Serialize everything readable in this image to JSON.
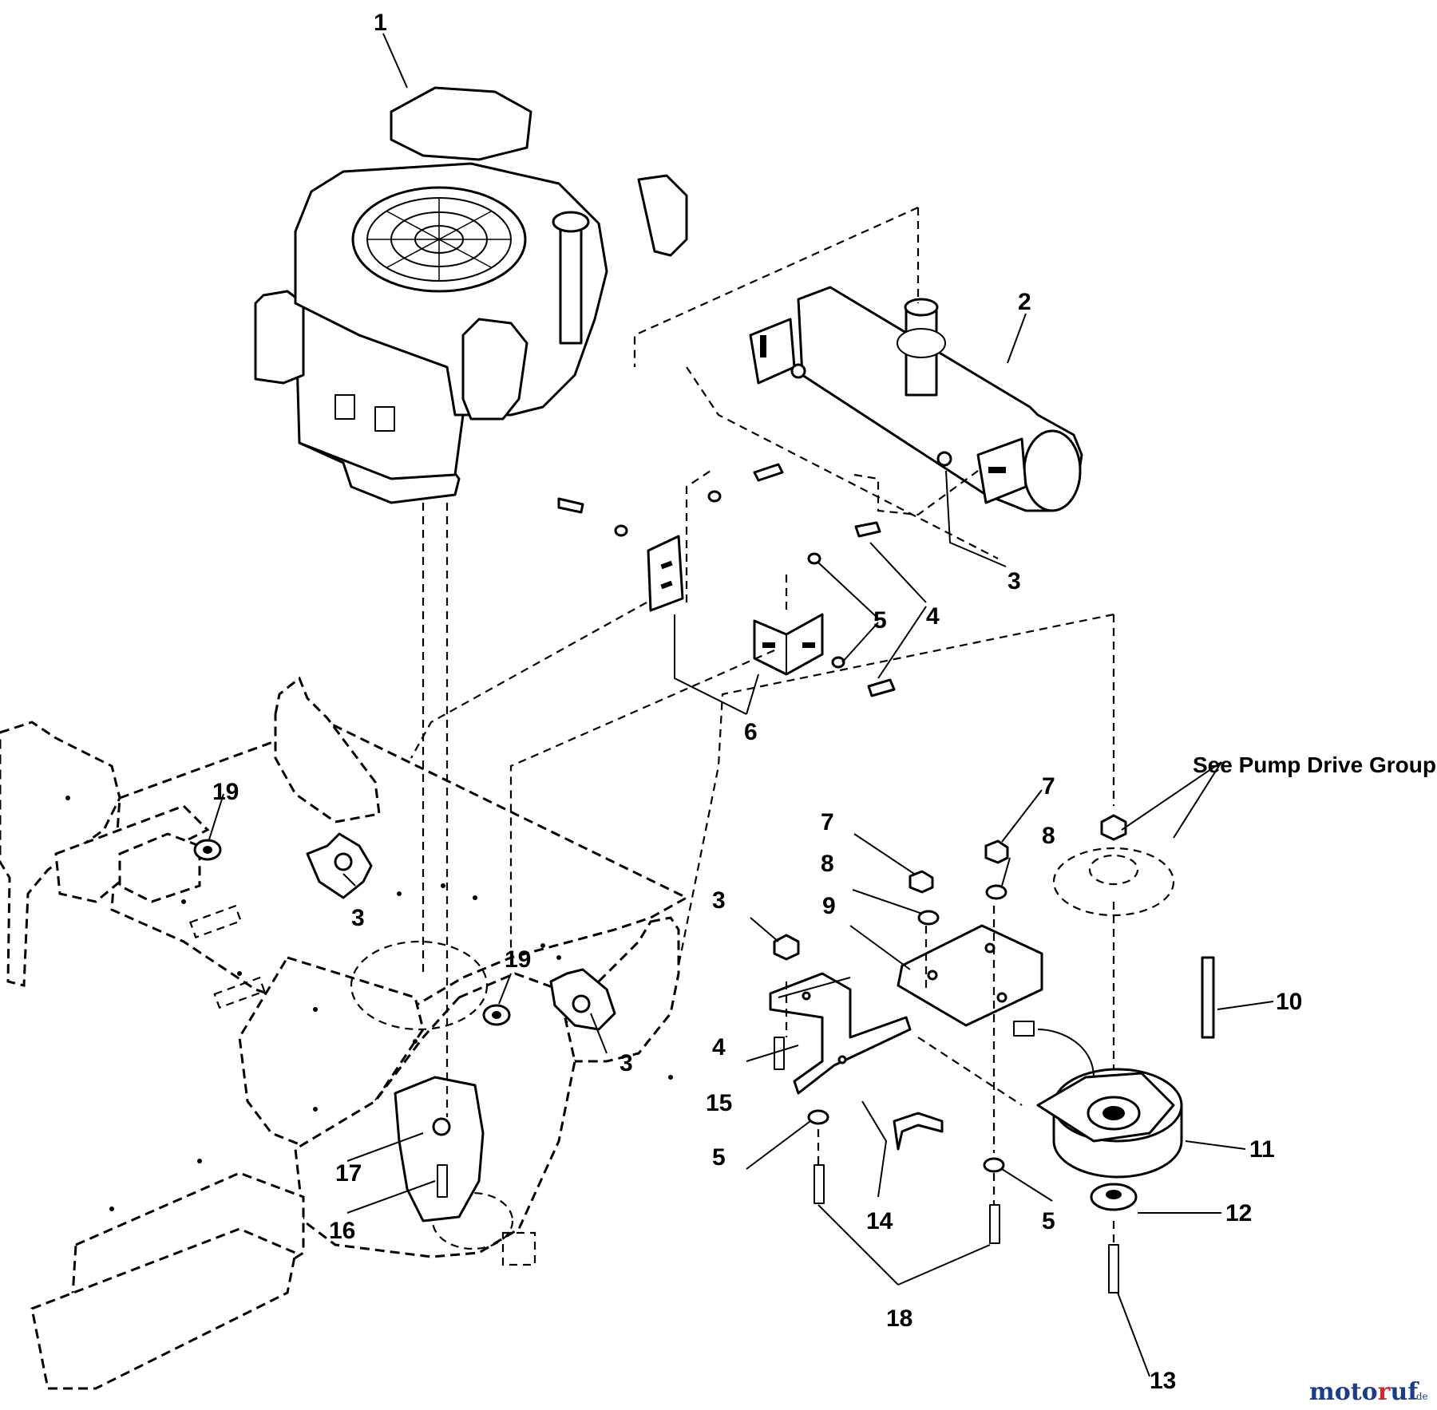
{
  "diagram": {
    "callouts": {
      "c1": "1",
      "c2": "2",
      "c3a": "3",
      "c3b": "3",
      "c3c": "3",
      "c3d": "3",
      "c4a": "4",
      "c4b": "4",
      "c5a": "5",
      "c5b": "5",
      "c5c": "5",
      "c6": "6",
      "c7a": "7",
      "c7b": "7",
      "c8a": "8",
      "c8b": "8",
      "c9": "9",
      "c10": "10",
      "c11": "11",
      "c12": "12",
      "c13": "13",
      "c14": "14",
      "c15": "15",
      "c16": "16",
      "c17": "17",
      "c18": "18",
      "c19a": "19",
      "c19b": "19"
    },
    "note": "See Pump Drive Group",
    "watermark": {
      "main": "motoruf",
      "suffix": ".de",
      "main_color": "#1a3c8c",
      "accent_color": "#d22a2a"
    }
  }
}
